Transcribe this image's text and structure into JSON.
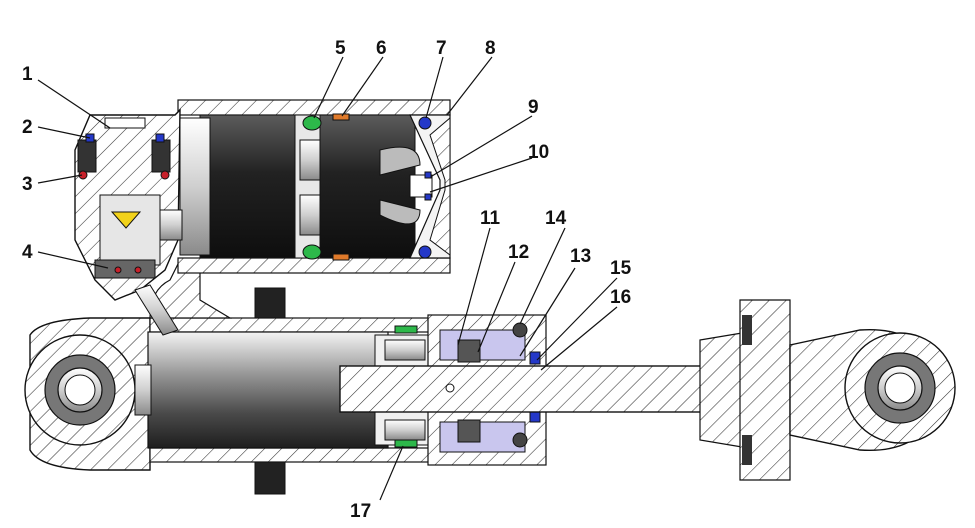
{
  "diagram": {
    "callouts": [
      "1",
      "2",
      "3",
      "4",
      "5",
      "6",
      "7",
      "8",
      "9",
      "10",
      "11",
      "12",
      "13",
      "14",
      "15",
      "16",
      "17"
    ],
    "colors": {
      "hatch": "#333333",
      "steel_dark": "#2a2a2a",
      "steel_light": "#d9d9d9",
      "seal_green": "#2db84a",
      "seal_blue": "#2438c8",
      "seal_red": "#c8202a",
      "seal_orange": "#e07a2a",
      "seal_yellow": "#f2d21a",
      "gland_purple": "#c9c6ee"
    }
  }
}
